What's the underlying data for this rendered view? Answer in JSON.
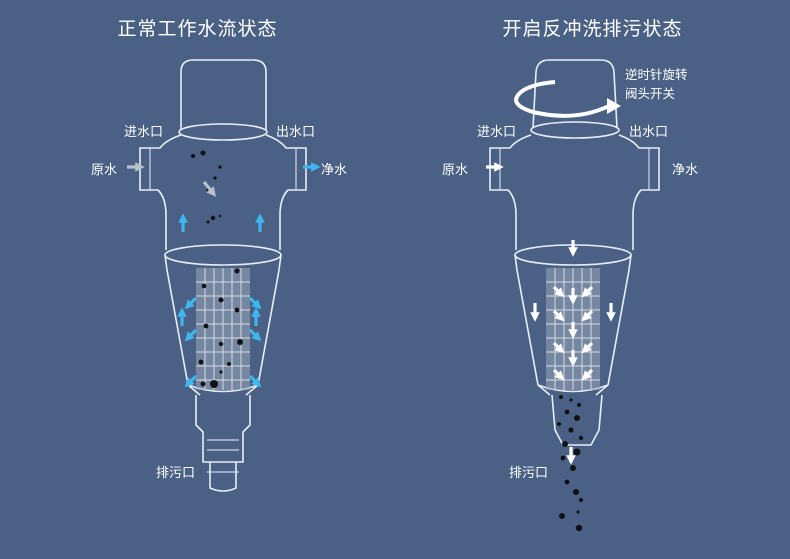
{
  "left": {
    "title": "正常工作水流状态",
    "labels": {
      "inlet": "进水口",
      "outlet": "出水口",
      "raw_water": "原水",
      "clean_water": "净水",
      "drain": "排污口"
    }
  },
  "right": {
    "title": "开启反冲洗排污状态",
    "labels": {
      "inlet": "进水口",
      "outlet": "出水口",
      "raw_water": "原水",
      "clean_water": "净水",
      "drain": "排污口",
      "rotate_line1": "逆时针旋转",
      "rotate_line2": "阀头开关"
    }
  },
  "colors": {
    "background": "#4a6185",
    "outline": "#e8eef6",
    "flow_blue": "#3fb6ee",
    "flow_white": "#ffffff",
    "flow_gray": "#b8c0cc",
    "particles": "#111111",
    "mesh": "#c9d2dc"
  },
  "icons": {
    "flow": "arrow-icon",
    "rotation": "rotate-arrow-icon",
    "debris": "particle-icon"
  }
}
